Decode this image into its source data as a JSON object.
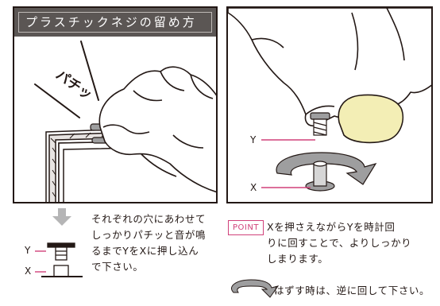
{
  "left_panel": {
    "title": "プラスチックネジの留め方",
    "sound_effect": "パチッ"
  },
  "right_panel": {
    "label_y": "Y",
    "label_x": "X"
  },
  "instructions": {
    "step_text": "それぞれの穴にあわせてしっかりパチッと音が鳴るまでYをXに押し込んで下さい。",
    "step_lines": [
      "それぞれの穴にあわせて",
      "しっかりパチッと音が鳴",
      "るまでYをXに押し込ん",
      "で下さい。"
    ],
    "label_y": "Y",
    "label_x": "X"
  },
  "point": {
    "badge": "POINT",
    "lines": [
      "Xを押さえながらYを時計回",
      "りに回すことで、よりしっかり",
      "しまります。"
    ]
  },
  "removal": {
    "text": "はずす時は、逆に回して下さい。"
  },
  "colors": {
    "accent": "#d1417a",
    "title_bg": "#5b5654",
    "outline": "#231815",
    "screw_gray": "#9e9e9f",
    "nail": "#f3eeb5"
  }
}
